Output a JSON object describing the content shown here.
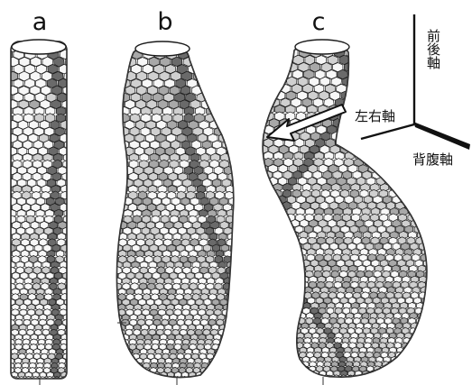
{
  "panels": [
    {
      "label": "a"
    },
    {
      "label": "b"
    },
    {
      "label": "c"
    }
  ],
  "axes": {
    "anterior_posterior": "前後軸",
    "left_right": "左右軸",
    "dorsal_ventral": "背腹軸"
  },
  "colors": {
    "cell_outline": "#1a1a1a",
    "cell_white": "#f7f7f7",
    "cell_light": "#d0d0d0",
    "cell_mid": "#a8a8a8",
    "cell_dark": "#6a6a6a",
    "axis": "#111111",
    "arrow_fill": "#ffffff"
  }
}
